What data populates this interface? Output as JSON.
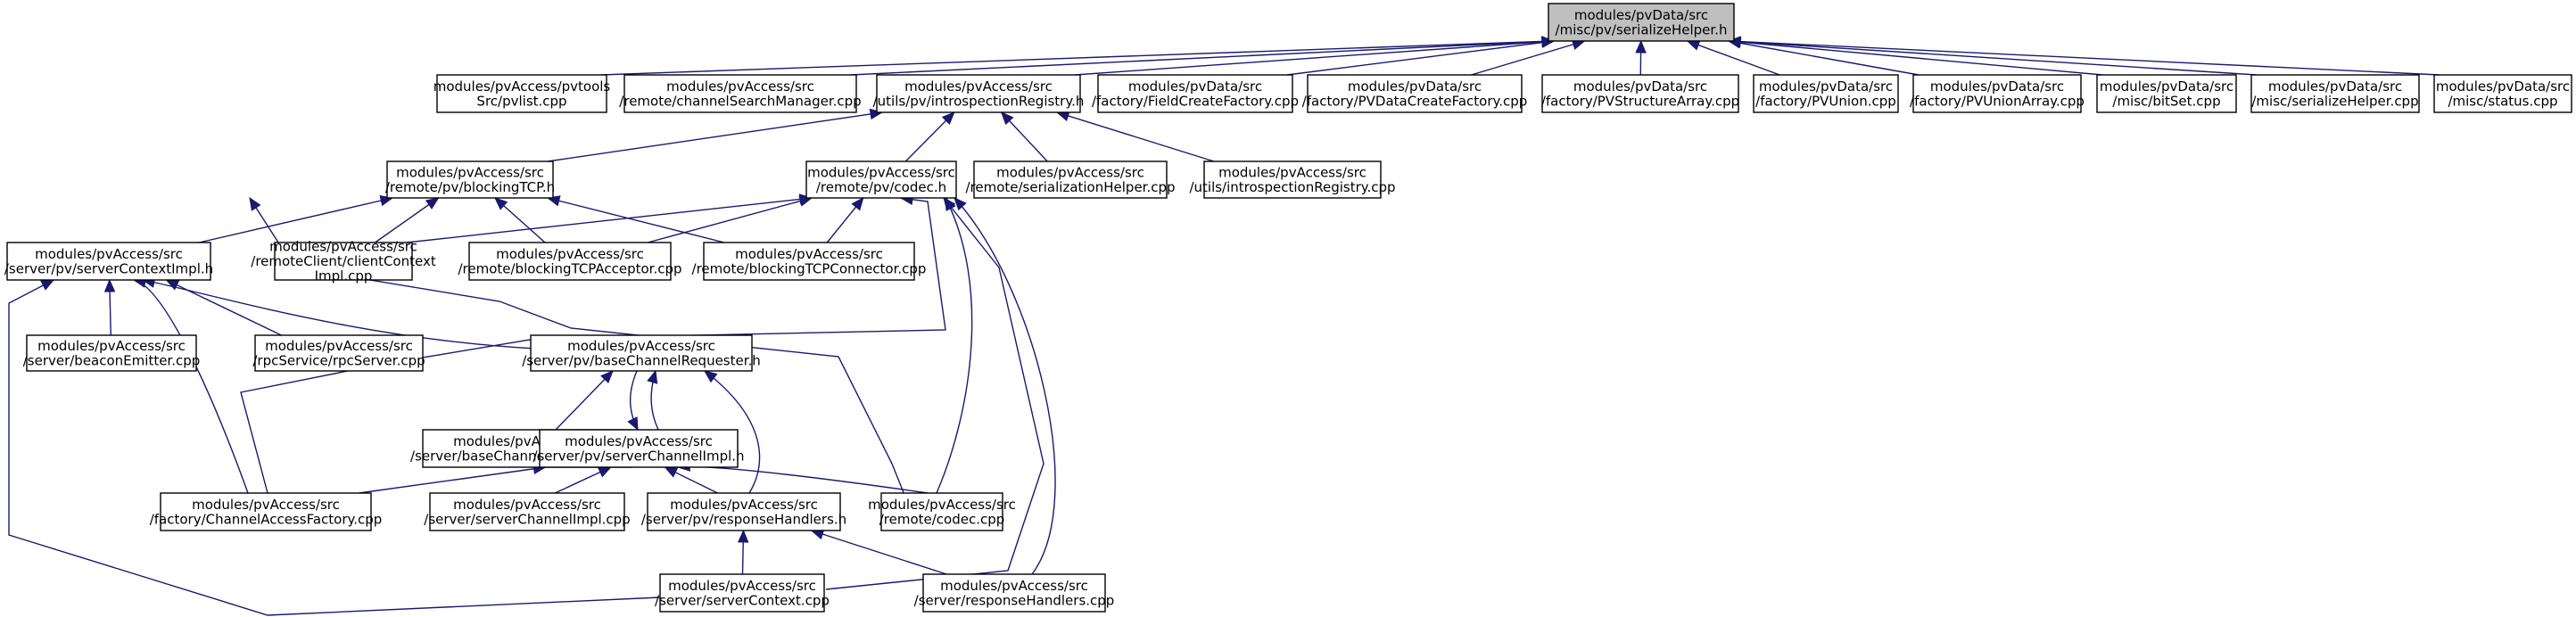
{
  "graph": {
    "root": "n0",
    "nodes": [
      {
        "id": "n0",
        "lines": [
          "modules/pvData/src",
          "/misc/pv/serializeHelper.h"
        ],
        "root": true
      },
      {
        "id": "n1",
        "lines": [
          "modules/pvAccess/pvtools",
          "Src/pvlist.cpp"
        ]
      },
      {
        "id": "n2",
        "lines": [
          "modules/pvAccess/src",
          "/remote/channelSearchManager.cpp"
        ]
      },
      {
        "id": "n3",
        "lines": [
          "modules/pvAccess/src",
          "/utils/pv/introspectionRegistry.h"
        ]
      },
      {
        "id": "n4",
        "lines": [
          "modules/pvData/src",
          "/factory/FieldCreateFactory.cpp"
        ]
      },
      {
        "id": "n5",
        "lines": [
          "modules/pvData/src",
          "/factory/PVDataCreateFactory.cpp"
        ]
      },
      {
        "id": "n6",
        "lines": [
          "modules/pvData/src",
          "/factory/PVStructureArray.cpp"
        ]
      },
      {
        "id": "n7",
        "lines": [
          "modules/pvData/src",
          "/factory/PVUnion.cpp"
        ]
      },
      {
        "id": "n8",
        "lines": [
          "modules/pvData/src",
          "/factory/PVUnionArray.cpp"
        ]
      },
      {
        "id": "n9",
        "lines": [
          "modules/pvData/src",
          "/misc/bitSet.cpp"
        ]
      },
      {
        "id": "n10",
        "lines": [
          "modules/pvData/src",
          "/misc/serializeHelper.cpp"
        ]
      },
      {
        "id": "n11",
        "lines": [
          "modules/pvData/src",
          "/misc/status.cpp"
        ]
      },
      {
        "id": "n12",
        "lines": [
          "modules/pvAccess/src",
          "/remote/pv/blockingTCP.h"
        ]
      },
      {
        "id": "n13",
        "lines": [
          "modules/pvAccess/src",
          "/remote/pv/codec.h"
        ]
      },
      {
        "id": "n14",
        "lines": [
          "modules/pvAccess/src",
          "/remote/serializationHelper.cpp"
        ]
      },
      {
        "id": "n15",
        "lines": [
          "modules/pvAccess/src",
          "/utils/introspectionRegistry.cpp"
        ]
      },
      {
        "id": "n16",
        "lines": [
          "modules/pvAccess/src",
          "/server/pv/serverContextImpl.h"
        ]
      },
      {
        "id": "n17",
        "lines": [
          "modules/pvAccess/src",
          "/remoteClient/clientContext",
          "Impl.cpp"
        ]
      },
      {
        "id": "n18",
        "lines": [
          "modules/pvAccess/src",
          "/remote/blockingTCPAcceptor.cpp"
        ]
      },
      {
        "id": "n19",
        "lines": [
          "modules/pvAccess/src",
          "/remote/blockingTCPConnector.cpp"
        ]
      },
      {
        "id": "n20",
        "lines": [
          "modules/pvAccess/src",
          "/server/beaconEmitter.cpp"
        ]
      },
      {
        "id": "n21",
        "lines": [
          "modules/pvAccess/src",
          "/rpcService/rpcServer.cpp"
        ]
      },
      {
        "id": "n22",
        "lines": [
          "modules/pvAccess/src",
          "/server/pv/baseChannelRequester.h"
        ]
      },
      {
        "id": "n23",
        "lines": [
          "modules/pvAccess/src",
          "/server/baseChannelRequester.cpp"
        ]
      },
      {
        "id": "n24",
        "lines": [
          "modules/pvAccess/src",
          "/server/pv/serverChannelImpl.h"
        ]
      },
      {
        "id": "n25",
        "lines": [
          "modules/pvAccess/src",
          "/factory/ChannelAccessFactory.cpp"
        ]
      },
      {
        "id": "n26",
        "lines": [
          "modules/pvAccess/src",
          "/server/serverChannelImpl.cpp"
        ]
      },
      {
        "id": "n27",
        "lines": [
          "modules/pvAccess/src",
          "/server/pv/responseHandlers.h"
        ]
      },
      {
        "id": "n28",
        "lines": [
          "modules/pvAccess/src",
          "/remote/codec.cpp"
        ]
      },
      {
        "id": "n29",
        "lines": [
          "modules/pvAccess/src",
          "/server/serverContext.cpp"
        ]
      },
      {
        "id": "n30",
        "lines": [
          "modules/pvAccess/src",
          "/server/responseHandlers.cpp"
        ]
      }
    ],
    "edges": [
      [
        "n0",
        "n1"
      ],
      [
        "n0",
        "n2"
      ],
      [
        "n0",
        "n3"
      ],
      [
        "n0",
        "n4"
      ],
      [
        "n0",
        "n5"
      ],
      [
        "n0",
        "n6"
      ],
      [
        "n0",
        "n7"
      ],
      [
        "n0",
        "n8"
      ],
      [
        "n0",
        "n9"
      ],
      [
        "n0",
        "n10"
      ],
      [
        "n0",
        "n11"
      ],
      [
        "n3",
        "n12"
      ],
      [
        "n3",
        "n13"
      ],
      [
        "n3",
        "n14"
      ],
      [
        "n3",
        "n15"
      ],
      [
        "n12",
        "n16"
      ],
      [
        "n12",
        "n17"
      ],
      [
        "n12",
        "n18"
      ],
      [
        "n12",
        "n19"
      ],
      [
        "n12",
        "n28"
      ],
      [
        "n13",
        "n17"
      ],
      [
        "n13",
        "n18"
      ],
      [
        "n13",
        "n19"
      ],
      [
        "n13",
        "n25"
      ],
      [
        "n13",
        "n28"
      ],
      [
        "n13",
        "n29"
      ],
      [
        "n13",
        "n30"
      ],
      [
        "n16",
        "n20"
      ],
      [
        "n16",
        "n21"
      ],
      [
        "n16",
        "n25"
      ],
      [
        "n16",
        "n22"
      ],
      [
        "n16",
        "n29"
      ],
      [
        "n22",
        "n23"
      ],
      [
        "n22",
        "n24"
      ],
      [
        "n22",
        "n27"
      ],
      [
        "n24",
        "n22"
      ],
      [
        "n24",
        "n25"
      ],
      [
        "n24",
        "n26"
      ],
      [
        "n24",
        "n27"
      ],
      [
        "n24",
        "n28"
      ],
      [
        "n27",
        "n29"
      ],
      [
        "n27",
        "n30"
      ]
    ]
  }
}
